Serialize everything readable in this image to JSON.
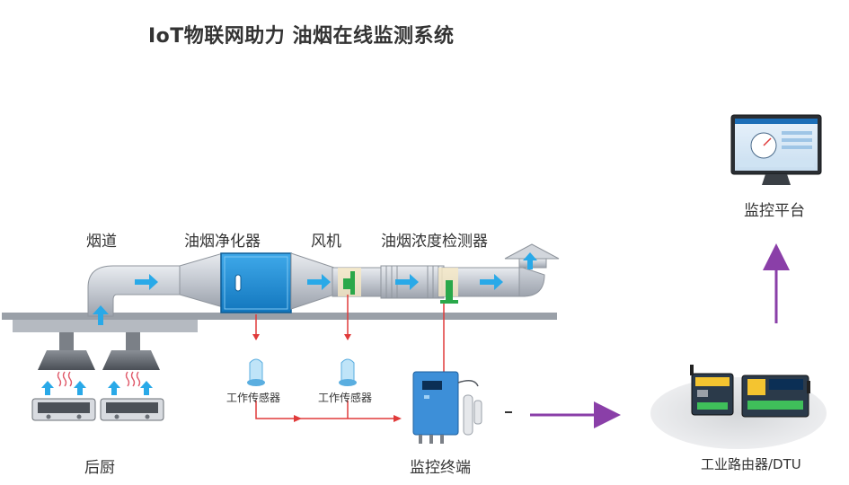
{
  "title": "IoT物联网助力 油烟在线监测系统",
  "labels": {
    "duct": "烟道",
    "purifier": "油烟净化器",
    "fan": "风机",
    "concentration_detector": "油烟浓度检测器",
    "monitor_platform": "监控平台",
    "kitchen": "后厨",
    "monitor_terminal": "监控终端",
    "router_dtu": "工业路由器/DTU",
    "sensor_1": "工作传感器",
    "sensor_2": "工作传感器"
  },
  "colors": {
    "duct": "#c9ced6",
    "purifier": "#1f8fd6",
    "flow_arrow": "#29a9e8",
    "purple_arrow": "#8a3fa8",
    "red_line": "#e03a3a",
    "green_part": "#2aa84a"
  }
}
